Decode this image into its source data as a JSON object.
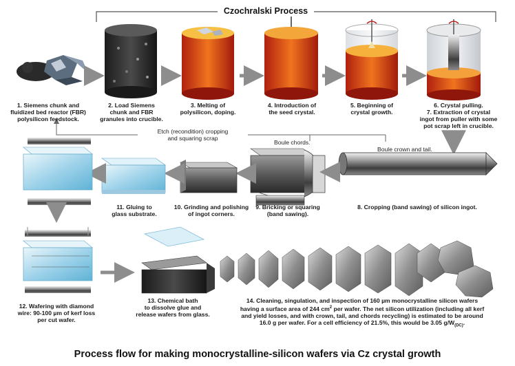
{
  "process_title": "Czochralski Process",
  "caption": "Process flow for making monocrystalline-silicon wafers via Cz crystal growth",
  "steps": {
    "s1": [
      "1. Siemens chunk and",
      "fluidized bed reactor (FBR)",
      "polysilicon feedstock."
    ],
    "s2": [
      "2. Load Siemens",
      "chunk and FBR",
      "granules into crucible."
    ],
    "s3": [
      "3. Melting of",
      "polysilicon, doping."
    ],
    "s4": [
      "4. Introduction of",
      "the seed crystal."
    ],
    "s5": [
      "5. Beginning of",
      "crystal growth."
    ],
    "s6": [
      "6. Crystal pulling.",
      "7. Extraction of crystal",
      "ingot from puller with some",
      "pot scrap left in crucible."
    ],
    "s8": [
      "8. Cropping (band sawing) of silicon ingot."
    ],
    "s9": [
      "9. Bricking or squaring",
      "(band sawing)."
    ],
    "s10": [
      "10. Grinding and polishing",
      "of ingot corners."
    ],
    "s11": [
      "11. Gluing to",
      "glass substrate."
    ],
    "s12": [
      "12. Wafering with diamond",
      "wire: 90-100 µm of kerf loss",
      "per cut wafer."
    ],
    "s13": [
      "13. Chemical bath",
      "to dissolve glue and",
      "release wafers from glass."
    ],
    "s14": {
      "l1": "14. Cleaning, singulation, and inspection of 160 µm monocrystalline silicon wafers",
      "l2a": "having a surface area of 244 cm",
      "l2sup": "2",
      "l2b": " per wafer.  The net silicon utilization (including all kerf",
      "l3": "and yield losses, and with crown, tail, and chords recycling) is estimated to be around",
      "l4a": "16.0 g per wafer.  For a cell efficiency of 21.5%, this would be 3.05 g/W",
      "l4sub": "(DC)",
      "l4b": "."
    }
  },
  "annotations": {
    "etch": [
      "Etch (recondition) cropping",
      "and squaring scrap"
    ],
    "boule_chords": "Boule chords.",
    "boule_crown": "Boule crown and tail."
  }
}
